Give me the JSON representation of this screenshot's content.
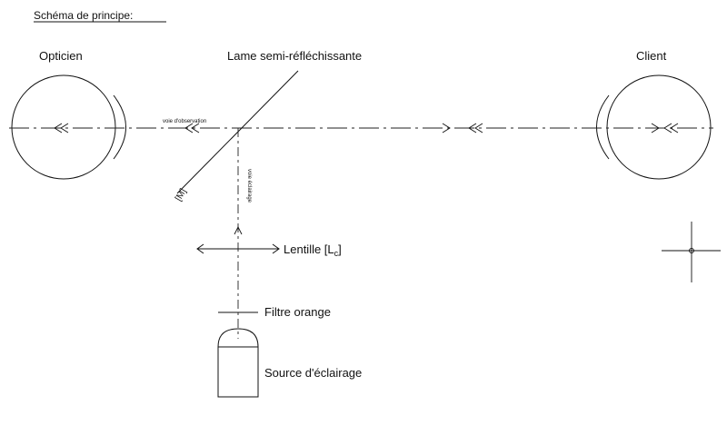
{
  "diagram": {
    "title": "Schéma de principe:",
    "labels": {
      "optician": "Opticien",
      "client": "Client",
      "mirror": "Lame semi-réfléchissante",
      "mirror_id": "[M]",
      "observation_path": "voie d'observation",
      "lighting_path": "voie éclairage",
      "lens": "Lentille [L",
      "lens_sub": "c",
      "lens_close": "]",
      "filter": "Filtre orange",
      "source": "Source d'éclairage"
    }
  }
}
